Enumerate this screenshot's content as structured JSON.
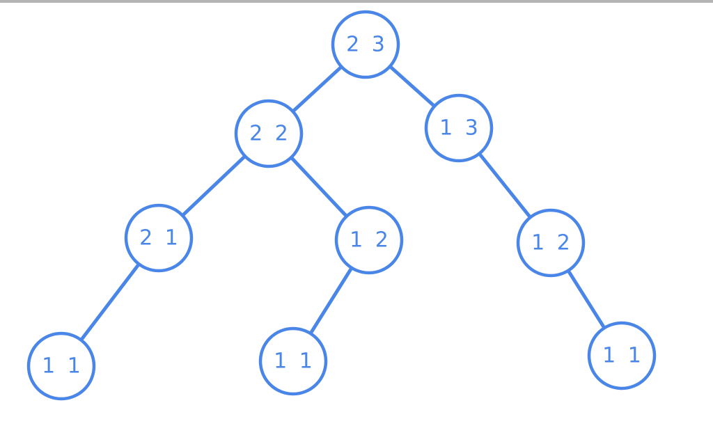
{
  "colors": {
    "accent": "#4a86e8",
    "background": "#ffffff",
    "top_rule": "#b4b4b4"
  },
  "tree": {
    "nodes": [
      {
        "id": "n1",
        "label": "2 3"
      },
      {
        "id": "n2",
        "label": "2 2"
      },
      {
        "id": "n3",
        "label": "1 3"
      },
      {
        "id": "n4",
        "label": "2 1"
      },
      {
        "id": "n5",
        "label": "1 2"
      },
      {
        "id": "n6",
        "label": "1 2"
      },
      {
        "id": "n7",
        "label": "1 1"
      },
      {
        "id": "n8",
        "label": "1 1"
      },
      {
        "id": "n9",
        "label": "1 1"
      }
    ],
    "edges": [
      {
        "from": "n1",
        "to": "n2"
      },
      {
        "from": "n1",
        "to": "n3"
      },
      {
        "from": "n2",
        "to": "n4"
      },
      {
        "from": "n2",
        "to": "n5"
      },
      {
        "from": "n3",
        "to": "n6"
      },
      {
        "from": "n4",
        "to": "n7"
      },
      {
        "from": "n5",
        "to": "n8"
      },
      {
        "from": "n6",
        "to": "n9"
      }
    ]
  }
}
